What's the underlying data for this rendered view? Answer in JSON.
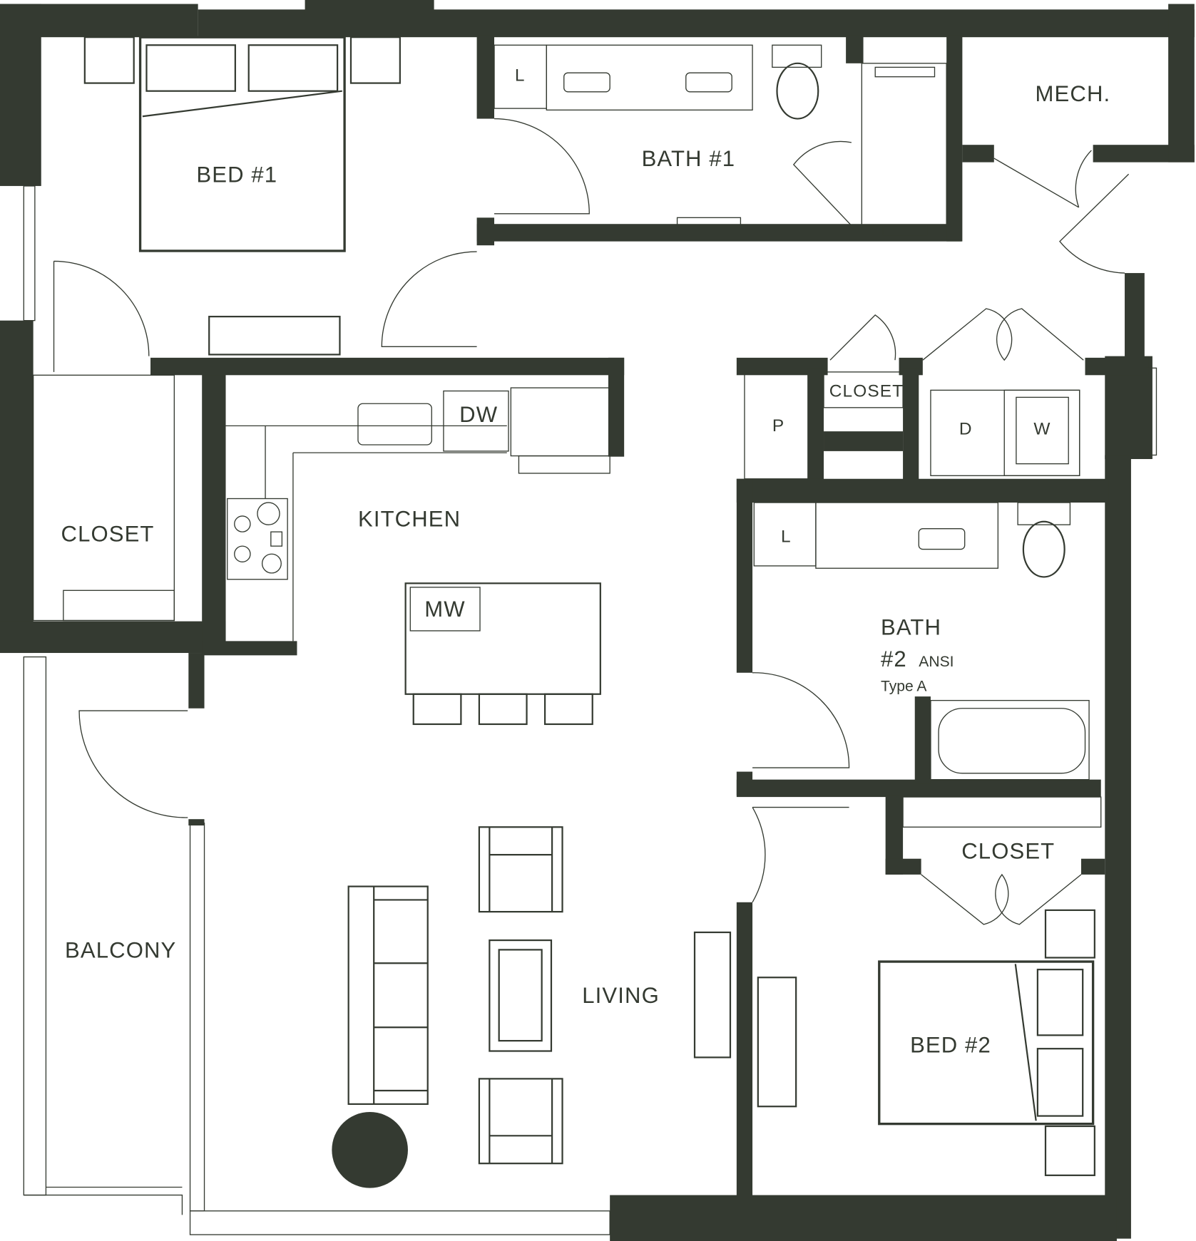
{
  "plan": {
    "colors": {
      "wall": "#343a31",
      "background": "#ffffff"
    },
    "rooms": {
      "bed1": "BED #1",
      "bath1": "BATH #1",
      "bath1_linen": "L",
      "mech": "MECH.",
      "closet1": "CLOSET",
      "kitchen": "KITCHEN",
      "dishwasher": "DW",
      "microwave": "MW",
      "pantry": "P",
      "laundry_closet": "CLOSET",
      "dryer": "D",
      "washer": "W",
      "bath2_linen": "L",
      "bath2_line1": "BATH",
      "bath2_line2": "#2",
      "bath2_ansi": "ANSI",
      "bath2_type": "Type A",
      "closet2": "CLOSET",
      "balcony": "BALCONY",
      "living": "LIVING",
      "bed2": "BED #2"
    }
  }
}
